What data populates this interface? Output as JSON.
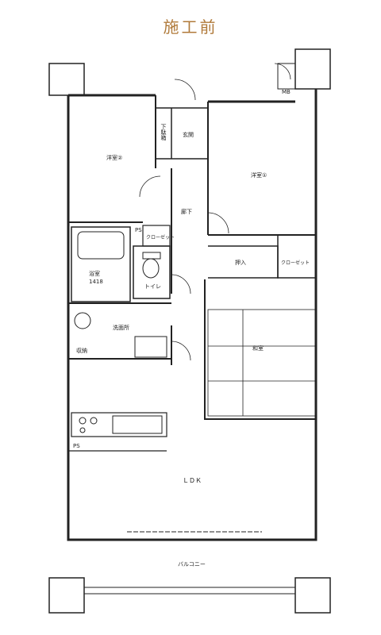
{
  "title": "施工前",
  "colors": {
    "title": "#b07a3a",
    "wall": "#222222",
    "line": "#333333"
  },
  "rooms": {
    "western2": "洋室②",
    "western1": "洋室①",
    "genkan": "玄関",
    "shoe_box": "下駄箱",
    "hallway": "廊下",
    "closet_a": "クローゼット",
    "closet_b": "クローゼット",
    "bath": "浴室",
    "bath_size": "1418",
    "toilet": "トイレ",
    "oshiire": "押入",
    "japanese": "和室",
    "washroom": "洗面所",
    "storage": "収納",
    "ldk": "ＬＤＫ",
    "balcony": "バルコニー",
    "mb": "MB",
    "ps1": "PS",
    "ps2": "PS"
  }
}
